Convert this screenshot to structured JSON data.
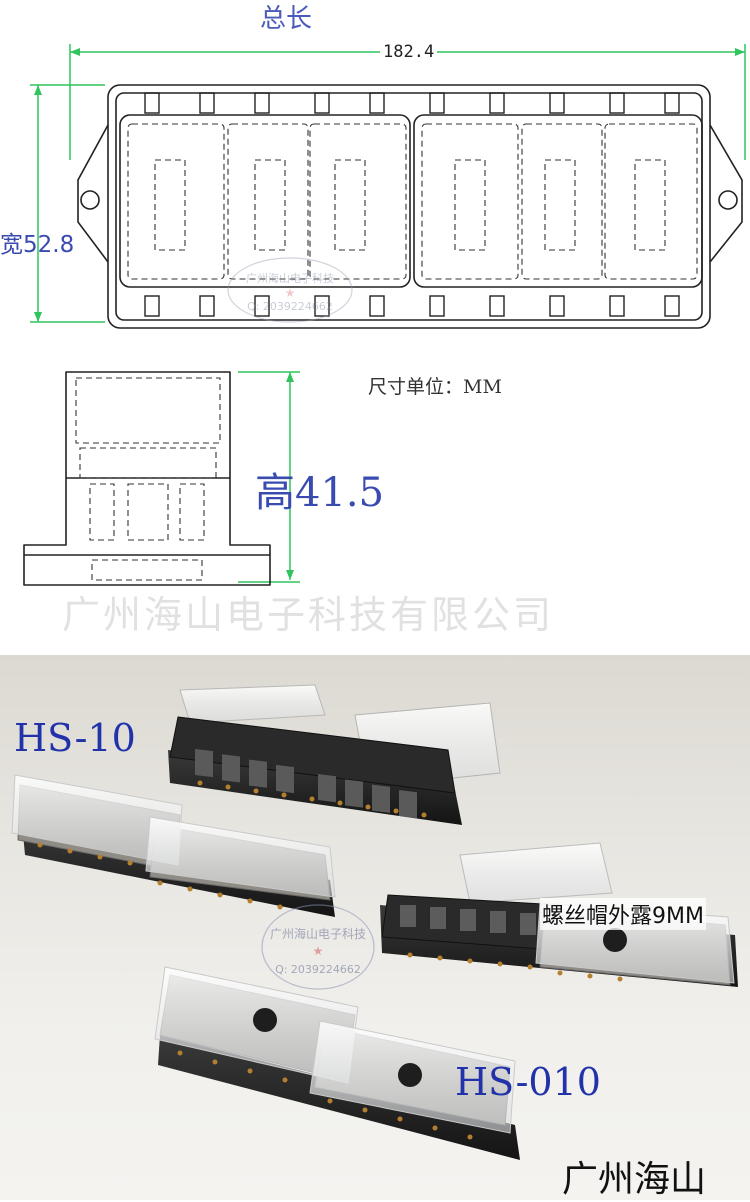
{
  "drawing": {
    "total_length_label": "总长",
    "length_value": "182.4",
    "width_label": "宽52.8",
    "height_label": "高41.5",
    "unit_note": "尺寸单位：MM",
    "company_watermark": "广州海山电子科技有限公司",
    "stamp_text": [
      "广州海山电子科技",
      "Q: 2039224662"
    ]
  },
  "photo": {
    "model_a": "HS-10",
    "model_b": "HS-010",
    "screw_note": "螺丝帽外露9MM",
    "company_corner": "广州海山",
    "stamp_text": [
      "广州海山电子科技",
      "Q: 2039224662"
    ]
  },
  "colors": {
    "drawing_line": "#222222",
    "dimension_line": "#2fc45c",
    "label_blue": "#2b3fa8"
  }
}
